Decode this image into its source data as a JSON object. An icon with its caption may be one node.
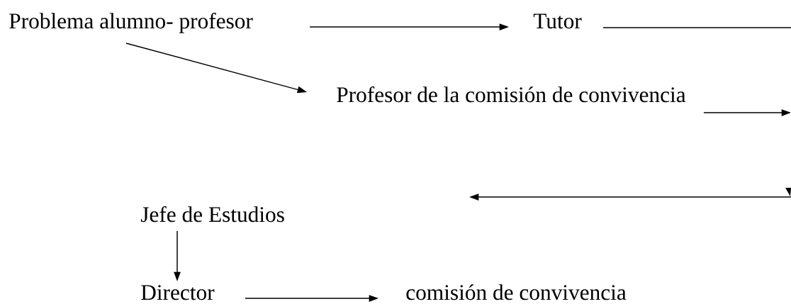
{
  "diagram": {
    "nodes": [
      {
        "text": [
          "Problema alumno- profesor"
        ]
      },
      {
        "text": [
          "Tutor"
        ]
      },
      {
        "text": [
          "Profesor de la comisión de convivencia"
        ]
      },
      {
        "text": [
          "Jefe de Estudios"
        ]
      },
      {
        "text": [
          "Director"
        ]
      },
      {
        "text": [
          "comisión de convivencia"
        ]
      }
    ],
    "edges": [
      {
        "from": 0,
        "to": 1,
        "arrow": "to"
      },
      {
        "from": 0,
        "to": 2,
        "arrow": "to"
      },
      {
        "from": 1,
        "to": null,
        "arrow": "none"
      },
      {
        "from": 2,
        "to": null,
        "arrow": "to"
      },
      {
        "from": 3,
        "to": 4,
        "arrow": "to"
      },
      {
        "from": 4,
        "to": 5,
        "arrow": "to"
      }
    ]
  }
}
